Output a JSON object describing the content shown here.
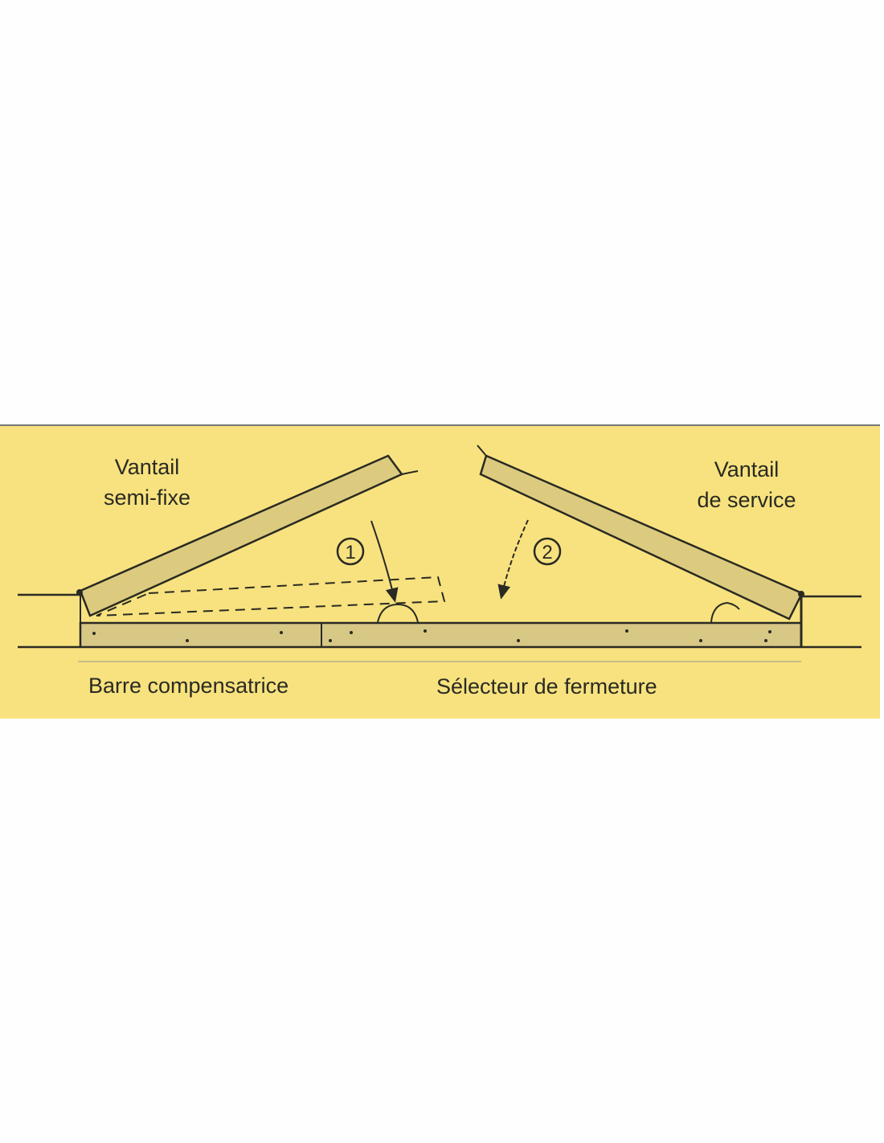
{
  "diagram": {
    "labels": {
      "left_leaf_line1": "Vantail",
      "left_leaf_line2": "semi-fixe",
      "right_leaf_line1": "Vantail",
      "right_leaf_line2": "de service",
      "bar_left": "Barre compensatrice",
      "bar_right": "Sélecteur de fermeture"
    },
    "steps": [
      "1",
      "2"
    ],
    "colors": {
      "background": "#f7e27f",
      "wood": "#dccb7f",
      "ink": "#2a2a22"
    }
  }
}
